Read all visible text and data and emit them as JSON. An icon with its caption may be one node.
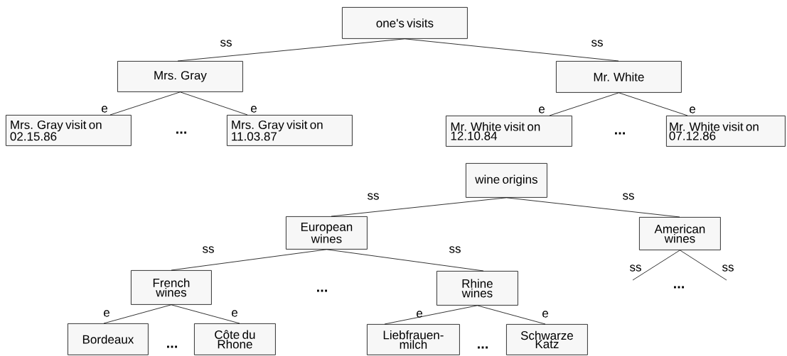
{
  "diagram": {
    "nodes": [
      {
        "text": [
          "one's visits"
        ]
      },
      {
        "text": [
          "Mrs. Gray"
        ]
      },
      {
        "text": [
          "Mrs. Gray visit on 02.15.86"
        ]
      },
      {
        "text": [
          "Mrs. Gray visit on 11.03.87"
        ]
      },
      {
        "text": [
          "Mr. White"
        ]
      },
      {
        "text": [
          "Mr. White visit on 12.10.84"
        ]
      },
      {
        "text": [
          "Mr. White visit on 07.12.86"
        ]
      },
      {
        "text": [
          "wine origins"
        ]
      },
      {
        "text": [
          "European wines"
        ]
      },
      {
        "text": [
          "American wines"
        ]
      },
      {
        "text": [
          "French wines"
        ]
      },
      {
        "text": [
          "Rhine wines"
        ]
      },
      {
        "text": [
          "Bordeaux"
        ]
      },
      {
        "text": [
          "Côte du Rhone"
        ]
      },
      {
        "text": [
          "Liebfrauen- milch"
        ]
      },
      {
        "text": [
          "Schwarze Katz"
        ]
      }
    ],
    "edges": [
      {
        "from": 0,
        "to": 1,
        "arrow": "none",
        "label": "ss"
      },
      {
        "from": 0,
        "to": 4,
        "arrow": "none",
        "label": "ss"
      },
      {
        "from": 1,
        "to": 2,
        "arrow": "none",
        "label": "e"
      },
      {
        "from": 1,
        "to": 3,
        "arrow": "none",
        "label": "e"
      },
      {
        "from": 4,
        "to": 5,
        "arrow": "none",
        "label": "e"
      },
      {
        "from": 4,
        "to": 6,
        "arrow": "none",
        "label": "e"
      },
      {
        "from": 7,
        "to": 8,
        "arrow": "none",
        "label": "ss"
      },
      {
        "from": 7,
        "to": 9,
        "arrow": "none",
        "label": "ss"
      },
      {
        "from": 8,
        "to": 10,
        "arrow": "none",
        "label": "ss"
      },
      {
        "from": 8,
        "to": 11,
        "arrow": "none",
        "label": "ss"
      },
      {
        "from": 9,
        "to": null,
        "arrow": "none",
        "label": "ss"
      },
      {
        "from": 9,
        "to": null,
        "arrow": "none",
        "label": "ss"
      },
      {
        "from": 10,
        "to": 12,
        "arrow": "none",
        "label": "e"
      },
      {
        "from": 10,
        "to": 13,
        "arrow": "none",
        "label": "e"
      },
      {
        "from": 11,
        "to": 14,
        "arrow": "none",
        "label": "e"
      },
      {
        "from": 11,
        "to": 15,
        "arrow": "none",
        "label": "e"
      }
    ],
    "labels": [
      "...",
      "...",
      "...",
      "...",
      "...",
      "..."
    ]
  }
}
